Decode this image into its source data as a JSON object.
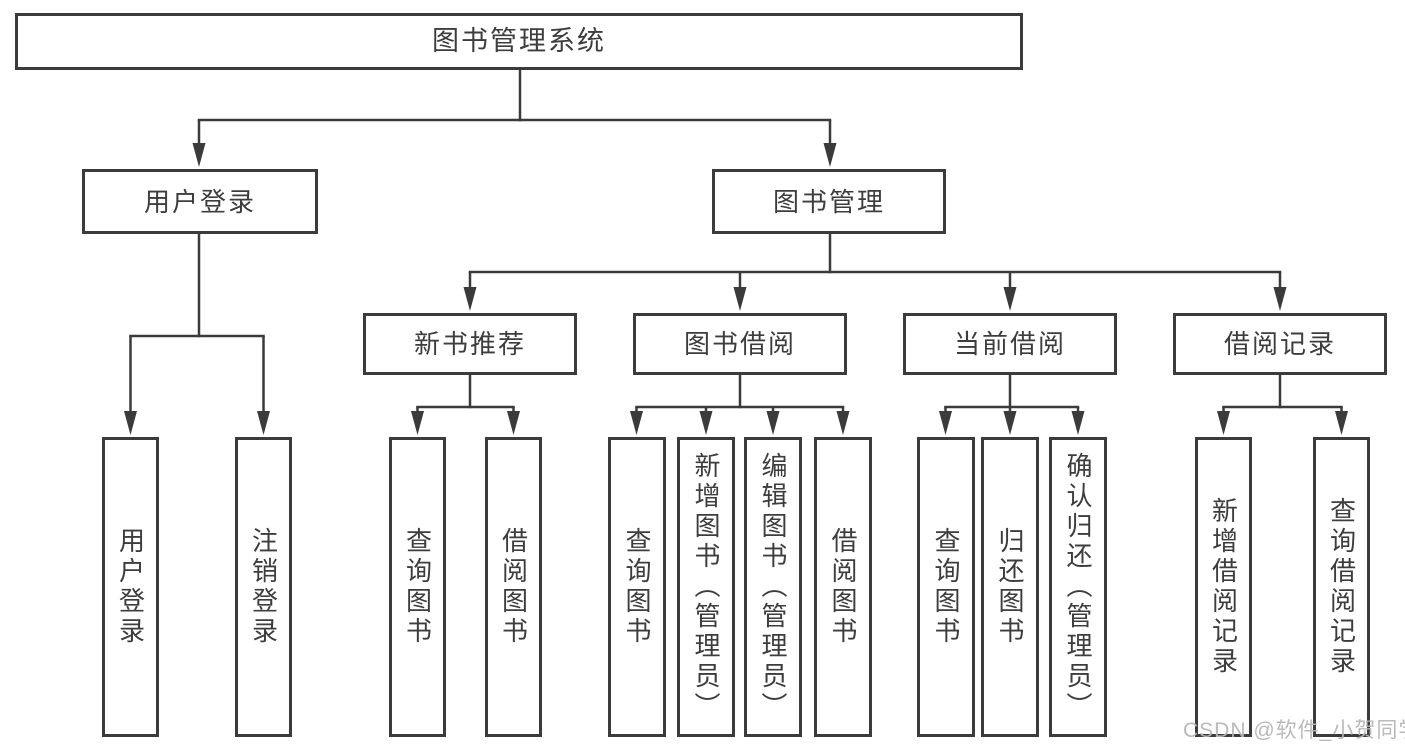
{
  "diagram": {
    "title": "图书管理系统",
    "watermark": "CSDN @软件_小贺同学",
    "colors": {
      "line": "#3b3b3b",
      "box_border": "#3b3b3b",
      "box_fill": "#ffffff",
      "text": "#3d3d3d",
      "watermark": "#b6b6b6",
      "background": "#ffffff"
    },
    "nodes": [
      {
        "id": "root",
        "label": "图书管理系统",
        "level": 1,
        "parent": null
      },
      {
        "id": "user-login",
        "label": "用户登录",
        "level": 2,
        "parent": "root"
      },
      {
        "id": "book-management",
        "label": "图书管理",
        "level": 2,
        "parent": "root"
      },
      {
        "id": "new-book-recommend",
        "label": "新书推荐",
        "level": 3,
        "parent": "book-management"
      },
      {
        "id": "book-borrowing",
        "label": "图书借阅",
        "level": 3,
        "parent": "book-management"
      },
      {
        "id": "current-borrowing",
        "label": "当前借阅",
        "level": 3,
        "parent": "book-management"
      },
      {
        "id": "borrowing-records",
        "label": "借阅记录",
        "level": 3,
        "parent": "book-management"
      },
      {
        "id": "leaf-user-login",
        "label": "用户登录",
        "level": 4,
        "parent": "user-login"
      },
      {
        "id": "leaf-logout",
        "label": "注销登录",
        "level": 4,
        "parent": "user-login"
      },
      {
        "id": "leaf-query-book-1",
        "label": "查询图书",
        "level": 4,
        "parent": "new-book-recommend"
      },
      {
        "id": "leaf-borrow-book-1",
        "label": "借阅图书",
        "level": 4,
        "parent": "new-book-recommend"
      },
      {
        "id": "leaf-query-book-2",
        "label": "查询图书",
        "level": 4,
        "parent": "book-borrowing"
      },
      {
        "id": "leaf-add-book-admin",
        "label": "新增图书（管理员）",
        "level": 4,
        "parent": "book-borrowing"
      },
      {
        "id": "leaf-edit-book-admin",
        "label": "编辑图书（管理员）",
        "level": 4,
        "parent": "book-borrowing"
      },
      {
        "id": "leaf-borrow-book-2",
        "label": "借阅图书",
        "level": 4,
        "parent": "book-borrowing"
      },
      {
        "id": "leaf-query-book-3",
        "label": "查询图书",
        "level": 4,
        "parent": "current-borrowing"
      },
      {
        "id": "leaf-return-book",
        "label": "归还图书",
        "level": 4,
        "parent": "current-borrowing"
      },
      {
        "id": "leaf-confirm-return-admin",
        "label": "确认归还（管理员）",
        "level": 4,
        "parent": "current-borrowing"
      },
      {
        "id": "leaf-add-borrow-record",
        "label": "新增借阅记录",
        "level": 4,
        "parent": "borrowing-records"
      },
      {
        "id": "leaf-query-borrow-record",
        "label": "查询借阅记录",
        "level": 4,
        "parent": "borrowing-records"
      }
    ]
  }
}
